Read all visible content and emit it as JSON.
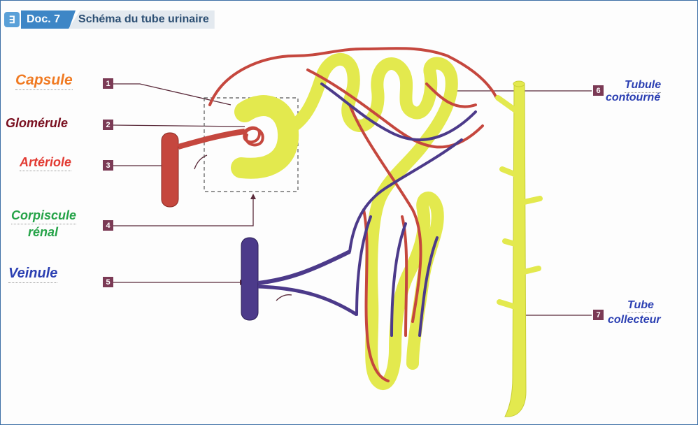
{
  "header": {
    "icon_glyph": "∃",
    "doc_number": "Doc. 7",
    "title": "Schéma du tube urinaire"
  },
  "labels": [
    {
      "key": "capsule",
      "text": "Capsule",
      "number": "1",
      "color": "#f07a22"
    },
    {
      "key": "glomerule",
      "text": "Glomérule",
      "number": "2",
      "color": "#7a1020"
    },
    {
      "key": "arteriole",
      "text": "Artériole",
      "number": "3",
      "color": "#e23a32"
    },
    {
      "key": "corpuscule",
      "text_line1": "Corpiscule",
      "text_line2": "rénal",
      "number": "4",
      "color": "#25a348"
    },
    {
      "key": "veinule",
      "text": "Veinule",
      "number": "5",
      "color": "#2b3fb2"
    },
    {
      "key": "tubule",
      "text_line1": "Tubule",
      "text_line2": "contourné",
      "number": "6",
      "color": "#2b3fb2"
    },
    {
      "key": "tube",
      "text_line1": "Tube",
      "text_line2": "collecteur",
      "number": "7",
      "color": "#2b3fb2"
    }
  ],
  "colors": {
    "tubule_yellow": "#e3e94e",
    "artery_red": "#c5473e",
    "vein_purple": "#4c3a8a",
    "number_box": "#7b3a55",
    "leader_line": "#5a2a3a"
  }
}
